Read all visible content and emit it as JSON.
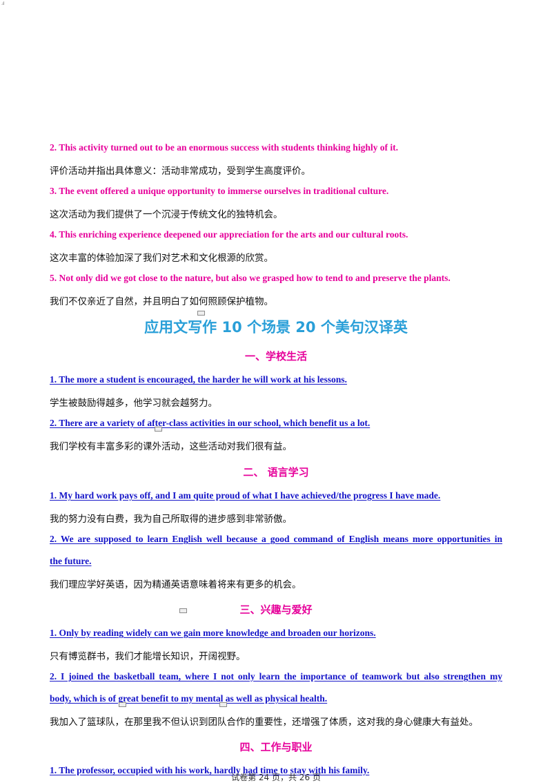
{
  "corner_mark": "ⅎ",
  "top_sentences": [
    {
      "en": "2. This activity turned out to be an enormous success with students thinking highly of it.",
      "cn": "评价活动并指出具体意义：活动非常成功，受到学生高度评价。"
    },
    {
      "en": "3. The event offered a unique opportunity to immerse ourselves in traditional culture.",
      "cn": "这次活动为我们提供了一个沉浸于传统文化的独特机会。"
    },
    {
      "en": "4. This enriching experience deepened our appreciation for the arts and our cultural roots.",
      "cn": "这次丰富的体验加深了我们对艺术和文化根源的欣赏。"
    },
    {
      "en": "5. Not only did we got close to the nature, but also we grasped how to tend to and preserve the plants.",
      "cn": "我们不仅亲近了自然，并且明白了如何照顾保护植物。"
    }
  ],
  "title": "应用文写作  10 个场景  20 个美句汉译英",
  "sections": [
    {
      "heading": "一、学校生活",
      "items": [
        {
          "en": "1. The more a student is encouraged, the harder he will work at his lessons.",
          "cn": "学生被鼓励得越多，他学习就会越努力。"
        },
        {
          "en": "2. There are a variety of after-class activities in our school, which benefit us a lot.",
          "cn": "我们学校有丰富多彩的课外活动，这些活动对我们很有益。"
        }
      ]
    },
    {
      "heading": "二、    语言学习",
      "items": [
        {
          "en": "1. My hard work pays off, and I am quite proud of what I have achieved/the progress I have made.",
          "cn": "我的努力没有白费，我为自己所取得的进步感到非常骄傲。"
        },
        {
          "en_line1": "2. We are supposed to learn English well because a good command of English means more opportunities in",
          "en_line2": "the future.",
          "cn": "我们理应学好英语，因为精通英语意味着将来有更多的机会。"
        }
      ]
    },
    {
      "heading": "三、兴趣与爱好",
      "items": [
        {
          "en": "1. Only by reading widely can we gain more knowledge and broaden our horizons.",
          "cn": "只有博览群书，我们才能增长知识，开阔视野。"
        },
        {
          "en_line1": "2. I joined the basketball team, where I not only learn the importance of teamwork but also strengthen my",
          "en_line2": "body, which is of great benefit to my mental as well as physical health.",
          "cn": "我加入了篮球队，在那里我不但认识到团队合作的重要性，还增强了体质，这对我的身心健康大有益处。"
        }
      ]
    },
    {
      "heading": "四、工作与职业",
      "items": [
        {
          "en": "1. The professor, occupied with his work, hardly had time to stay with his family."
        }
      ]
    }
  ],
  "footer": "试卷第 24 页，共 26 页"
}
